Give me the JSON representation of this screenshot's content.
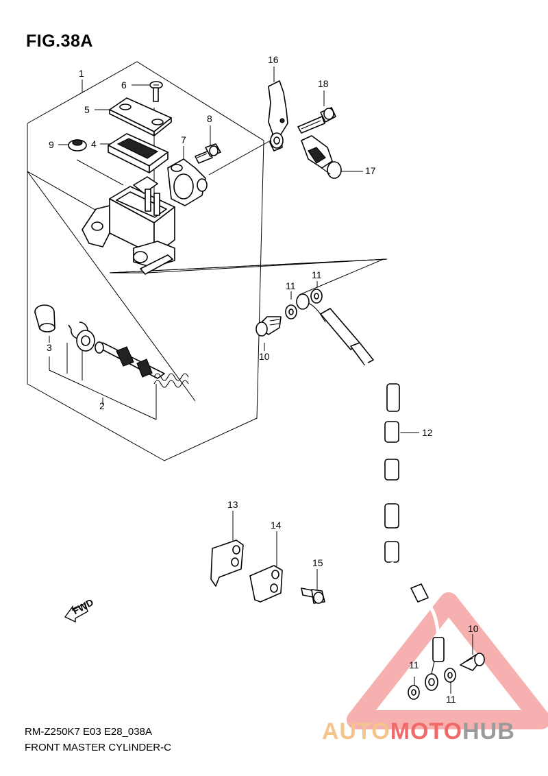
{
  "figure": {
    "title": "FIG.38A",
    "model_code": "RM-Z250K7 E03 E28_038A",
    "caption": "FRONT MASTER CYLINDER-C"
  },
  "callouts": {
    "c1": "1",
    "c2": "2",
    "c3": "3",
    "c4": "4",
    "c5": "5",
    "c6": "6",
    "c7": "7",
    "c8": "8",
    "c9": "9",
    "c10a": "10",
    "c10b": "10",
    "c11a": "11",
    "c11b": "11",
    "c11c": "11",
    "c11d": "11",
    "c12": "12",
    "c13": "13",
    "c14": "14",
    "c15": "15",
    "c16": "16",
    "c17": "17",
    "c18": "18"
  },
  "fwd_arrow": {
    "label": "FWD"
  },
  "watermark": {
    "part1": "AUTO",
    "part2": "MOTO",
    "part3": "HUB",
    "colors": {
      "triangle": "#f07070",
      "auto": "#f4c48a",
      "moto": "#f06a6a",
      "hub": "#9a9a9a"
    }
  }
}
